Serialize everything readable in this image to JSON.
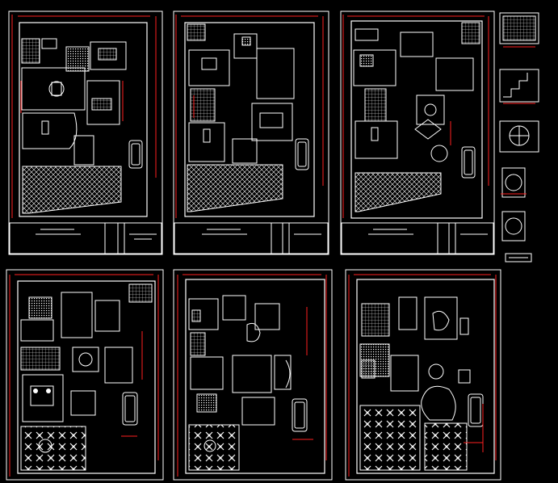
{
  "title": "",
  "colors": {
    "background": "#000000",
    "linework": "#ffffff",
    "dimension": "#ff2020",
    "accent_cyan": "#00ffff",
    "accent_yellow": "#ffff00"
  },
  "upper_sheets": [
    {
      "name": "sheet-1",
      "has_title_block": true
    },
    {
      "name": "sheet-2",
      "has_title_block": true
    },
    {
      "name": "sheet-3",
      "has_title_block": true
    }
  ],
  "lower_sheets": [
    {
      "name": "sheet-4",
      "has_title_block": false
    },
    {
      "name": "sheet-5",
      "has_title_block": false
    },
    {
      "name": "sheet-6",
      "has_title_block": false
    }
  ],
  "detail_panels": [
    {
      "name": "stair-detail-1"
    },
    {
      "name": "stair-detail-2"
    },
    {
      "name": "spiral-stair-elevation"
    },
    {
      "name": "spiral-stair-plan-1"
    },
    {
      "name": "spiral-stair-plan-2"
    }
  ]
}
